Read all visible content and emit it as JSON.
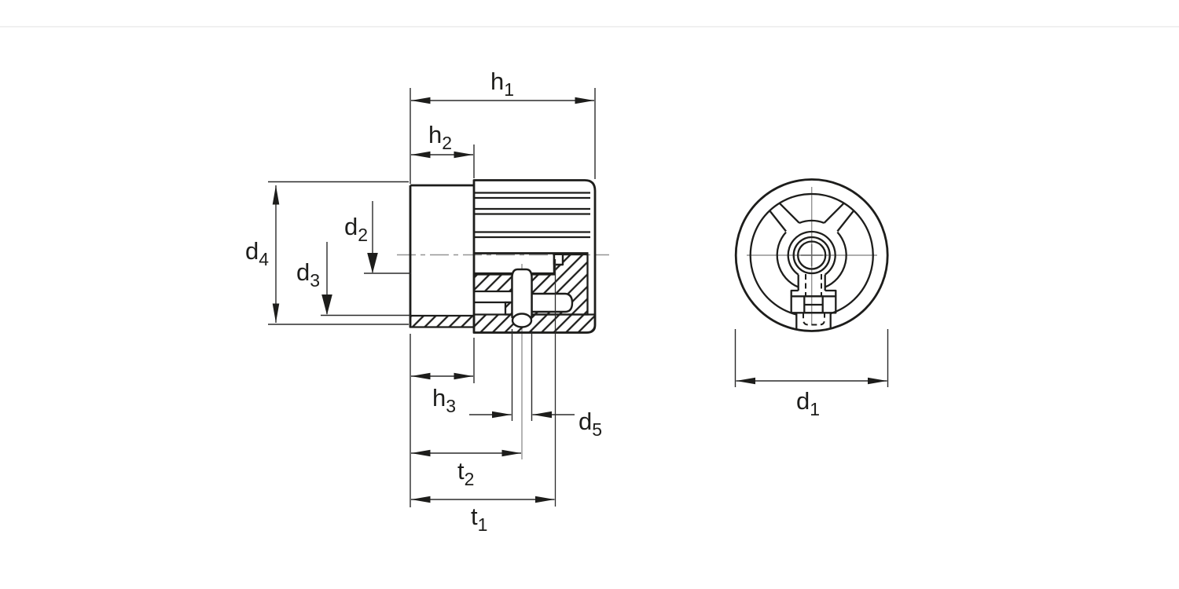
{
  "page": {
    "background": "#ffffff",
    "top_divider_color": "#ececec"
  },
  "drawing": {
    "ink": "#1d1d1b",
    "thin_line": "#2b2b2b",
    "centerline_color": "#949494",
    "labels": {
      "h1": {
        "main": "h",
        "sub": "1"
      },
      "h2": {
        "main": "h",
        "sub": "2"
      },
      "d2": {
        "main": "d",
        "sub": "2"
      },
      "d3": {
        "main": "d",
        "sub": "3"
      },
      "d4": {
        "main": "d",
        "sub": "4"
      },
      "h3": {
        "main": "h",
        "sub": "3"
      },
      "d5": {
        "main": "d",
        "sub": "5"
      },
      "t2": {
        "main": "t",
        "sub": "2"
      },
      "t1": {
        "main": "t",
        "sub": "1"
      },
      "d1": {
        "main": "d",
        "sub": "1"
      }
    }
  }
}
